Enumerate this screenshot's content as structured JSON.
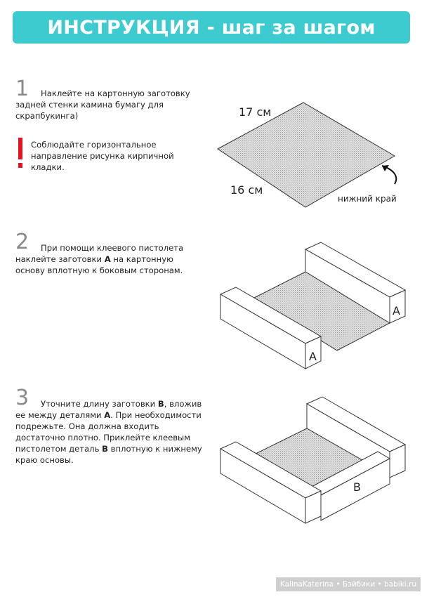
{
  "header": {
    "title": "ИНСТРУКЦИЯ - шаг за шагом"
  },
  "steps": [
    {
      "number": "1",
      "parts": [
        "Наклейте на картонную заготовку задней стенки камина бумагу для скрапбукинга)"
      ],
      "warning_icon": "exclamation-icon",
      "warning": "Соблюдайте горизонтальное направление рисунка кирпичной кладки."
    },
    {
      "number": "2",
      "parts": [
        "При помощи клеевого пистолета наклейте заготовки ",
        "A",
        " на картонную основу вплотную к боковым сторонам."
      ]
    },
    {
      "number": "3",
      "parts": [
        "Уточните длину заготовки ",
        "B",
        ", вложив ее между деталями ",
        "A",
        ". При необходимости подрежьте. Она должна входить достаточно плотно. Приклейте клеевым пистолетом деталь ",
        "B",
        " вплотную к нижнему краю основы."
      ]
    }
  ],
  "figure1": {
    "width_label": "17 см",
    "depth_label": "16 см",
    "edge_label": "нижний край"
  },
  "figure2": {
    "label_back": "A",
    "label_front": "A"
  },
  "figure3": {
    "label_b": "B"
  },
  "footer": {
    "text": "KalinaKaterina • Бэйбики • babiki.ru"
  },
  "colors": {
    "accent": "#3ecbd0",
    "warning": "#e3141f",
    "step_number": "#8a8a8a"
  }
}
